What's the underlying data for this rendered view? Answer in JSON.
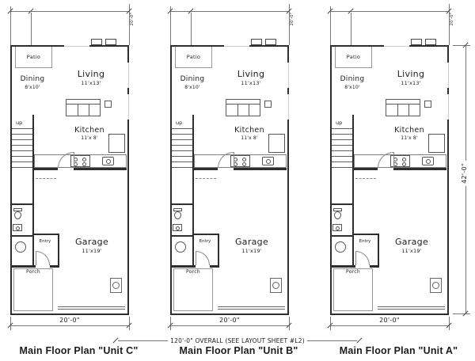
{
  "sheet": {
    "overall_dim": "120'-0\" OVERALL (SEE LAYOUT SHEET #L2)",
    "right_dim": "42'-0\""
  },
  "plan": {
    "width_dim": "20'-0\"",
    "top_dim": "20'-0\"",
    "labels": {
      "patio": "Patio",
      "dining_name": "Dining",
      "dining_size": "8'x10'",
      "living_name": "Living",
      "living_size": "11'x13'",
      "kitchen_name": "Kitchen",
      "kitchen_size": "11'x 8'",
      "up": "up",
      "entry": "Entry",
      "garage_name": "Garage",
      "garage_size": "11'x19'",
      "porch": "Porch"
    }
  },
  "units": [
    {
      "title": "Main Floor Plan \"Unit C\""
    },
    {
      "title": "Main Floor Plan \"Unit B\""
    },
    {
      "title": "Main Floor Plan \"Unit A\""
    }
  ],
  "colors": {
    "wall": "#2e2e2e",
    "thin": "#666666",
    "dim": "#777777",
    "ink": "#1c1c1c"
  }
}
